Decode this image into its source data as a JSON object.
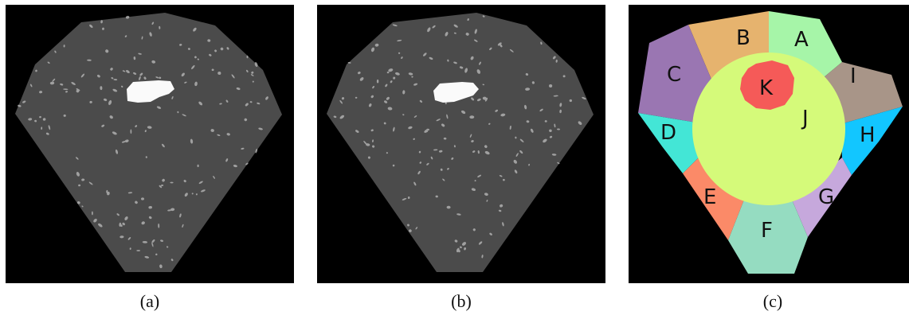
{
  "captions": {
    "a": "(a)",
    "b": "(b)",
    "c": "(c)"
  },
  "segment_labels": {
    "A": "A",
    "B": "B",
    "C": "C",
    "D": "D",
    "E": "E",
    "F": "F",
    "G": "G",
    "H": "H",
    "I": "I",
    "J": "J",
    "K": "K"
  },
  "segment_colors": {
    "A": "#a6f5a8",
    "B": "#e6b36e",
    "C": "#9a76b2",
    "D": "#43e6d6",
    "E": "#fb8a68",
    "F": "#95dcc1",
    "G": "#c6a8dc",
    "H": "#12c6ff",
    "I": "#a89588",
    "J": "#d5fa7a",
    "K": "#f55a58"
  }
}
